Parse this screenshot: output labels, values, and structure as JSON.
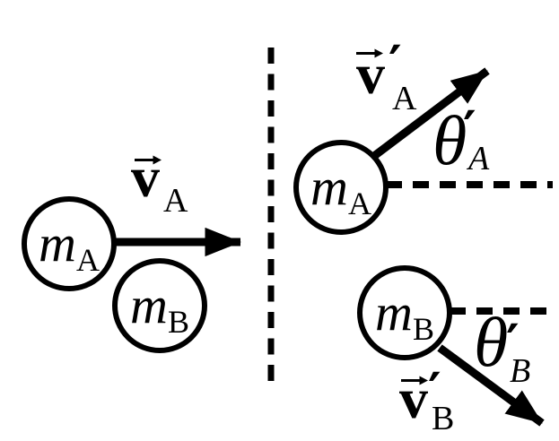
{
  "colors": {
    "ink": "#000000",
    "background": "#ffffff"
  },
  "before": {
    "mass_a": {
      "base": "m",
      "sub": "A"
    },
    "mass_b": {
      "base": "m",
      "sub": "B"
    },
    "velocity_a": {
      "base": "v",
      "prime": "",
      "sub": "A"
    }
  },
  "after": {
    "mass_a": {
      "base": "m",
      "sub": "A"
    },
    "mass_b": {
      "base": "m",
      "sub": "B"
    },
    "velocity_a": {
      "base": "v",
      "prime": "′",
      "sub": "A"
    },
    "velocity_b": {
      "base": "v",
      "prime": "′",
      "sub": "B"
    },
    "angle_a": {
      "base": "θ",
      "prime": "′",
      "sub": "A"
    },
    "angle_b": {
      "base": "θ",
      "prime": "′",
      "sub": "B"
    }
  }
}
